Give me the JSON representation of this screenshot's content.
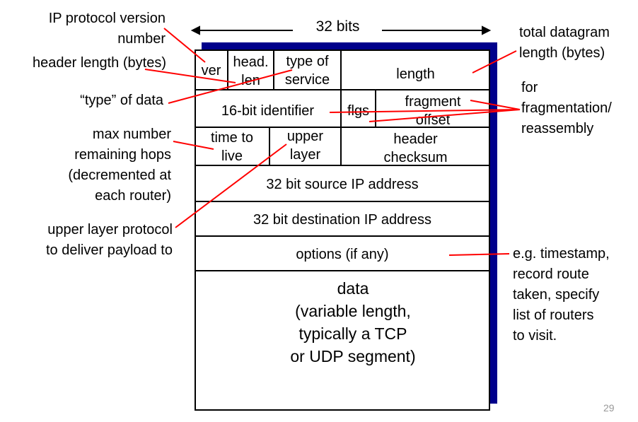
{
  "header": {
    "width_label": "32 bits"
  },
  "fields": {
    "ver": "ver",
    "head_len": "head.\nlen",
    "tos": "type of\nservice",
    "length": "length",
    "identifier": "16-bit identifier",
    "flags": "flgs",
    "frag_offset": "fragment\noffset",
    "ttl": "time to\nlive",
    "upper_layer": "upper\nlayer",
    "checksum": "header\nchecksum",
    "src": "32 bit source IP address",
    "dst": "32 bit destination IP address",
    "options": "options (if any)",
    "data": "data\n(variable length,\ntypically a TCP\nor UDP segment)"
  },
  "annotations": {
    "version": "IP protocol version\nnumber",
    "header_length": "header length (bytes)",
    "type_data": "“type” of data",
    "max_hops": "max number\nremaining hops\n(decremented at\neach router)",
    "upper_protocol": "upper layer protocol\nto deliver payload to",
    "total_length": "total datagram\nlength (bytes)",
    "fragmentation": "for\nfragmentation/\nreassembly",
    "options_note": "e.g. timestamp,\nrecord route\ntaken, specify\nlist of routers\nto visit."
  },
  "page_number": "29",
  "colors": {
    "shadow": "#00008b",
    "callout": "#ff0000"
  }
}
